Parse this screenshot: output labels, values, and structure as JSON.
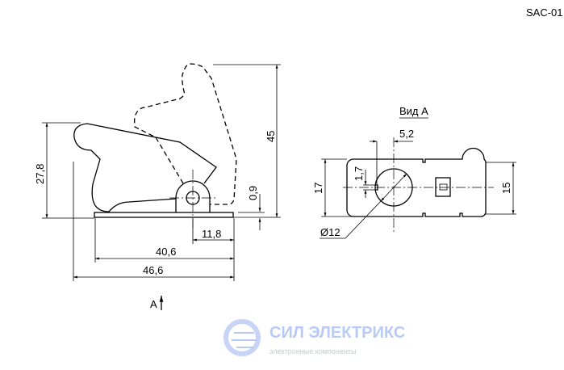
{
  "title": "SAC-01",
  "view_a_label": "Вид А",
  "view_arrow_label": "А",
  "dimensions": {
    "height_total": "45",
    "height_cover": "27,8",
    "base_thickness": "0,9",
    "pivot_offset": "11,8",
    "base_length": "40,6",
    "total_length": "46,6",
    "slot_offset": "5,2",
    "slot_width": "1,7",
    "width_outer": "17",
    "width_inner": "15",
    "hole_diameter": "Ø12"
  },
  "watermark": {
    "brand": "СИЛ ЭЛЕКТРИКС",
    "tagline": "электронные компоненты"
  }
}
